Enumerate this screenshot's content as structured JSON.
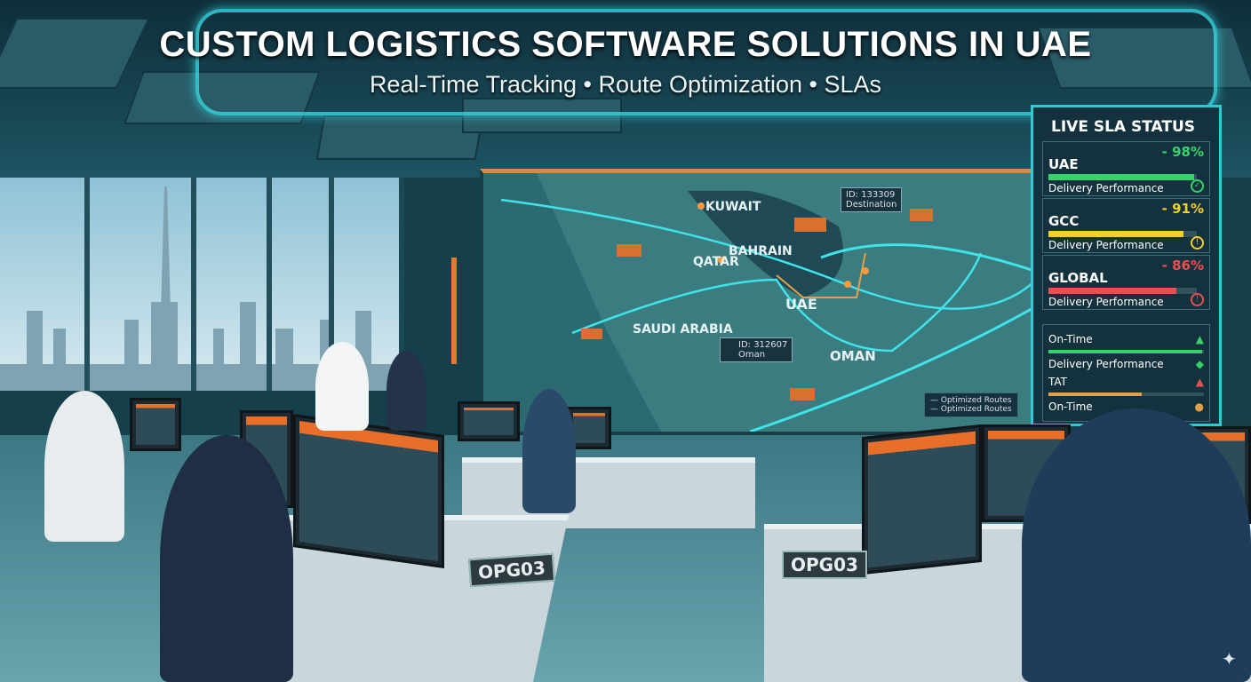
{
  "header": {
    "title": "CUSTOM LOGISTICS SOFTWARE SOLUTIONS IN UAE",
    "subtitle": "Real-Time Tracking • Route Optimization • SLAs"
  },
  "map": {
    "labels": [
      "KUWAIT",
      "BAHRAIN",
      "QATAR",
      "UAE",
      "SAUDI ARABIA",
      "OMAN"
    ],
    "callouts": [
      {
        "id": "ID: 133309",
        "text": "Destination"
      },
      {
        "id": "ID: 312607",
        "text": "Oman"
      }
    ],
    "legend": [
      "Optimized Routes",
      "Optimized Routes"
    ],
    "accent_route": "#3fe3e8",
    "truck_color": "#d9702f"
  },
  "sla": {
    "title": "LIVE SLA STATUS",
    "regions": [
      {
        "name": "UAE",
        "percent": "- 98%",
        "value": 98,
        "sub": "Delivery Performance",
        "color": "#35d36a",
        "icon": "check-circle-icon"
      },
      {
        "name": "GCC",
        "percent": "- 91%",
        "value": 91,
        "sub": "Delivery Performance",
        "color": "#f2cf2e",
        "icon": "alert-circle-icon"
      },
      {
        "name": "GLOBAL",
        "percent": "- 86%",
        "value": 86,
        "sub": "Delivery Performance",
        "color": "#e8504f",
        "icon": "alert-circle-icon"
      }
    ],
    "legend": [
      {
        "label": "On-Time",
        "icon": "mountain-icon",
        "color": "#35d36a"
      },
      {
        "label": "Delivery Performance",
        "icon": "diamond-icon",
        "color": "#35d36a"
      },
      {
        "label": "TAT",
        "icon": "triangle-icon",
        "color": "#e8504f"
      },
      {
        "label": "On-Time",
        "icon": "dot-icon",
        "color": "#e3a04a"
      }
    ],
    "on_time_fill": 99,
    "tat_fill": 60
  },
  "desks": {
    "tag_left": "OPG03",
    "tag_right": "OPG03"
  }
}
